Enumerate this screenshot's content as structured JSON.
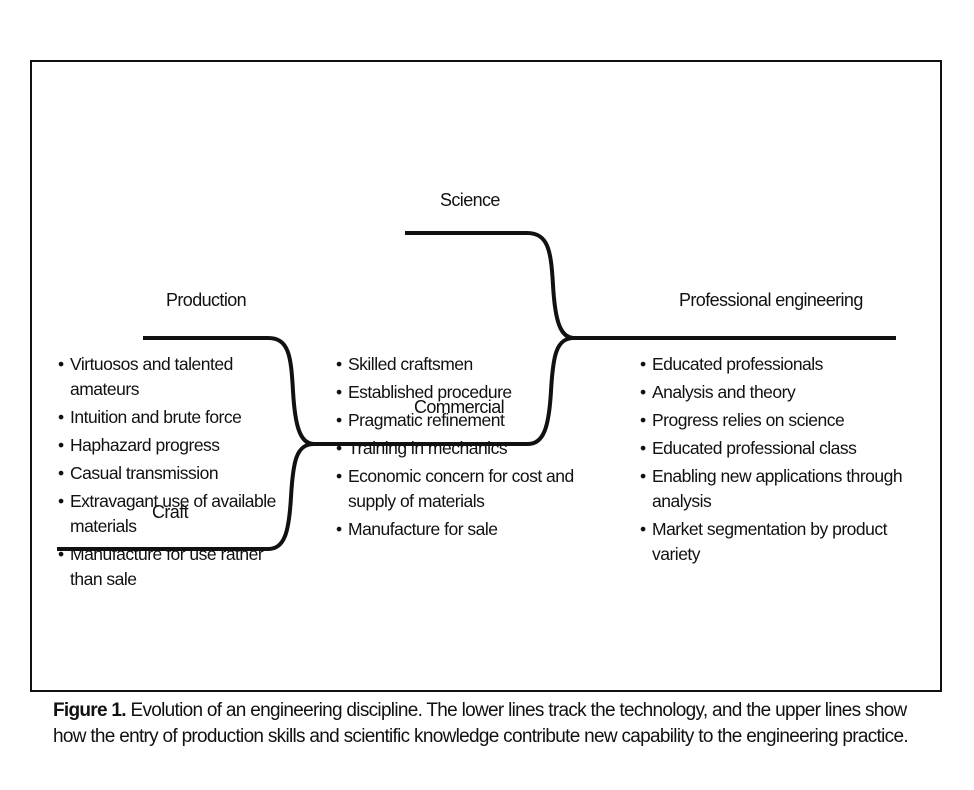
{
  "diagram": {
    "labels": {
      "science": "Science",
      "production": "Production",
      "professional": "Professional engineering",
      "commercial": "Commercial",
      "craft": "Craft"
    },
    "columns": [
      [
        "Virtuosos and talented amateurs",
        "Intuition and brute force",
        "Haphazard progress",
        "Casual transmission",
        "Extravagant use of available materials",
        "Manufacture for use rather than sale"
      ],
      [
        "Skilled craftsmen",
        "Established procedure",
        "Pragmatic refinement",
        "Training in mechanics",
        "Economic concern for cost and supply of materials",
        "Manufacture for sale"
      ],
      [
        "Educated professionals",
        "Analysis and theory",
        "Progress relies on science",
        "Educated professional class",
        "Enabling new applications through analysis",
        "Market segmentation by product variety"
      ]
    ]
  },
  "caption": {
    "label": "Figure 1.",
    "text": " Evolution of an engineering discipline. The lower lines track the technology, and the upper lines show how the entry of production skills and scientific knowledge contribute new capability to the engineering practice."
  }
}
